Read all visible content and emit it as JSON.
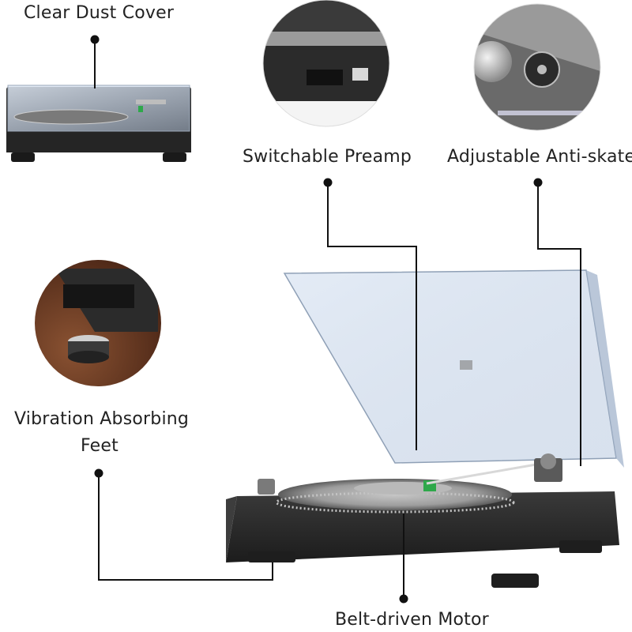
{
  "features": {
    "dust_cover": "Clear Dust Cover",
    "preamp": "Switchable Preamp",
    "anti_skate": "Adjustable Anti-skate",
    "feet_line1": "Vibration Absorbing",
    "feet_line2": "Feet",
    "motor": "Belt-driven Motor"
  },
  "colors": {
    "background": "#ffffff",
    "text": "#222222",
    "leader_line": "#111111",
    "plinth": "#2a2a2a",
    "dust_cover_tint": "#c9d7ea"
  }
}
